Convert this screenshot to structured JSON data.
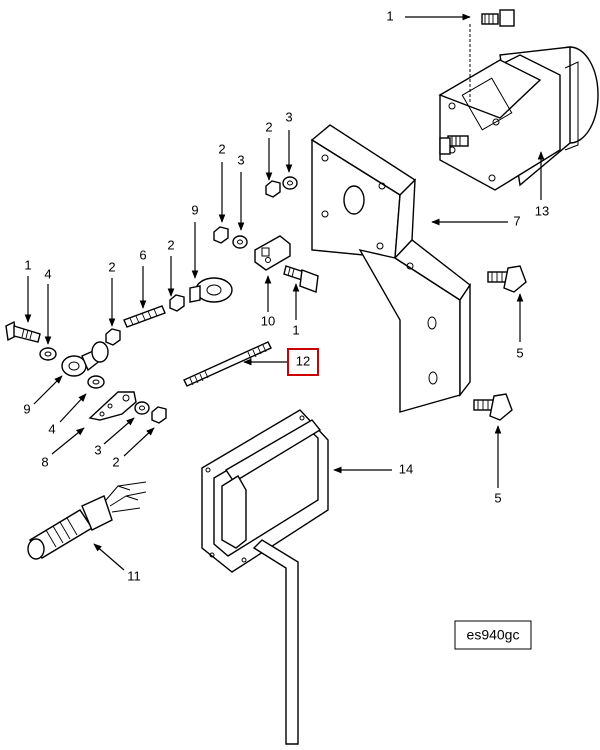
{
  "diagram": {
    "reference_code": "es940gc",
    "highlight_color": "#cc0000",
    "highlighted_callout": "12",
    "callouts": {
      "c1_top": "1",
      "c2_a": "2",
      "c3_a": "3",
      "c2_b": "2",
      "c3_b": "3",
      "c9_top": "9",
      "c2_c": "2",
      "c6": "6",
      "c2_d": "2",
      "c4_top": "4",
      "c1_left": "1",
      "c7": "7",
      "c13": "13",
      "c10": "10",
      "c1_mid": "1",
      "c12": "12",
      "c5_a": "5",
      "c9_left": "9",
      "c4_left": "4",
      "c8": "8",
      "c3_low": "3",
      "c2_low": "2",
      "c5_b": "5",
      "c14": "14",
      "c11": "11"
    }
  }
}
